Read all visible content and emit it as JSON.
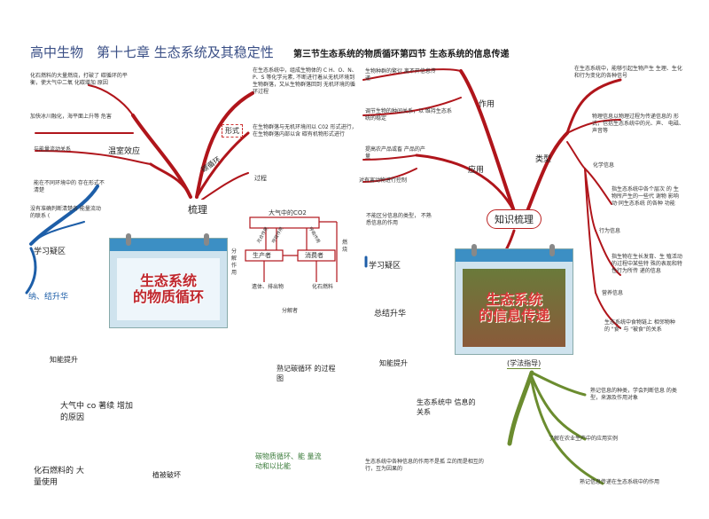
{
  "header": {
    "title": "高中生物　第十七章 生态系统及其稳定性",
    "subtitle": "第三节生态系统的物质循环第四节 生态系统的信息传递"
  },
  "left_map": {
    "root": "梳理",
    "branch_tan": "碳循环",
    "branch_form": "形式",
    "note_fossil": "化石燃料的大量燃烧，打破了 碳循环的平衡，使大气中二氧 化碳增加 原因",
    "note_ice": "加快冰川融化，海平面上升等 危害",
    "label_greenhouse": "温室效应",
    "note_relation": "与能量流动关系",
    "note_cycle": "在生态系统中，组成生物体的 C H、O、N、P、S 等化学元素, 不断进行着从无机环境到 生物群落，又从生物群落回到 无机环境的循环过程",
    "note_c_form": "在生物群落与无机环境间以 C02 形式进行，在生物群落内部以含 碳有机物形式进行",
    "label_process": "过程",
    "note_energy1": "能在不同环境中的 存在形式不清楚",
    "note_energy2": "没有准确判断清楚各 能量流动的联系 (",
    "label_study": "学习疑区",
    "label_summary": "纳、结升华",
    "label_knowledge": "知能提升",
    "note_co2": "大气中 co 著续 增加的原因",
    "note_fuel": "化石燃料的 大量使用",
    "note_forest": "植被破坏"
  },
  "cycle_diagram": {
    "top": "大气中的CO2",
    "producer": "生产者",
    "consumer": "消费者",
    "arrow_photo": "光合作用",
    "arrow_resp1": "呼吸作用",
    "arrow_resp2": "呼吸作用",
    "side_decomp": "分解作用",
    "side_burn": "燃烧",
    "bottom_left": "遗体、排出物",
    "bottom_right": "化石燃料",
    "bottom_label": "分解者",
    "caption": "熟记碳循环 的过程图",
    "note_cycle_energy": "碳物质循环、能 量流动和以比能"
  },
  "calendars": {
    "left": "生态系统\n的物质循环",
    "right": "生态系统\n的信息传递"
  },
  "right_map": {
    "root": "知识梳理",
    "branch_use": "作用",
    "branch_type": "类型",
    "branch_app": "应用",
    "note_life": "生物种群的繁衍 离不开信息传递",
    "note_reg": "调节生物的种间关系，以 维持生态系统的稳定",
    "note_prod": "提高农产品或畜 产品的产量",
    "note_control": "对有害动物进行控制",
    "note_def": "在生态系统中，能够引起生物产生 生理、生化和行为变化的各种信号",
    "note_physical": "物理信息以物理过程为传递信息的 形式，包括生态系统中的光、声、 电磁、声音等",
    "label_chem": "化学信息",
    "note_chem": "指生态系统中各个层次 的 生物所产生的一些代 谢物 影响动·同生态系统 的各种 功能",
    "label_behavior": "行为信息",
    "note_behavior": "指生物在生长发育、生 殖活动的过程中某些特 殊的表现和特性行为所传 递的信息",
    "label_nutrition": "营养信息",
    "note_nutrition": "生态系统中食物链上 相邻物种的 \"食\" 与 \"被食\"的关系",
    "label_study": "学习疑区",
    "label_summary": "总结升华",
    "label_knowledge": "知能提升",
    "label_method": "(学法指导)",
    "note_confuse": "不能区分信息的类型， 不熟悉信息的作用",
    "note_relation": "生态系统中 信息的关系",
    "note_bottom": "生态系统中各种信息的作用不是孤 立的而是相互的行，互为因果的",
    "note_remember": "熟记信息的种类，学会判断信息 的类型，来源及作用对象",
    "note_agri": "了解在农业生产中的应用实例",
    "note_transfer": "熟记信息传递在生态系统中的作用"
  },
  "colors": {
    "branch_red": "#b0151b",
    "branch_blue": "#1d5ea8",
    "branch_green": "#6b8c2f",
    "title_blue": "#3a4f86"
  }
}
